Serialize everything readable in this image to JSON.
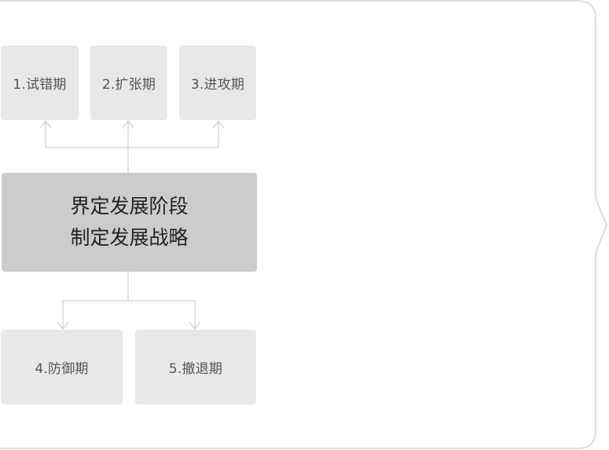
{
  "stages_top": [
    {
      "label": "1.试错期"
    },
    {
      "label": "2.扩张期"
    },
    {
      "label": "3.进攻期"
    }
  ],
  "center": {
    "line1": "界定发展阶段",
    "line2": "制定发展战略"
  },
  "stages_bottom": [
    {
      "label": "4.防御期"
    },
    {
      "label": "5.撤退期"
    }
  ],
  "colors": {
    "stage_box": "#e8e8e8",
    "center_box": "#cccccc",
    "connector": "#cfcfcf",
    "frame_border": "#dddddd"
  }
}
